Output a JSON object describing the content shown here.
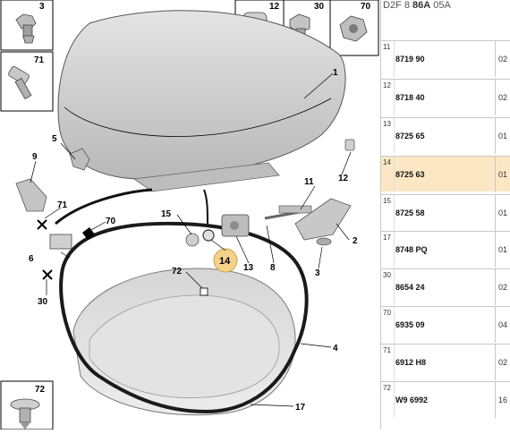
{
  "header": {
    "prefix": "D2F  8",
    "code": "86A",
    "suffix": "05A"
  },
  "callouts": {
    "c1": "1",
    "c2": "2",
    "c3": "3",
    "c4": "4",
    "c5": "5",
    "c6": "6",
    "c8": "8",
    "c9": "9",
    "c11": "11",
    "c12": "12",
    "c13": "13",
    "c14": "14",
    "c15": "15",
    "c17": "17",
    "c30": "30",
    "c70": "70",
    "c71": "71",
    "c72": "72"
  },
  "boxes": {
    "b3": "3",
    "b71": "71",
    "b12": "12",
    "b30": "30",
    "b70": "70",
    "b72": "72"
  },
  "table": {
    "rows": [
      {
        "pos": "11",
        "num": "8719 90",
        "qty": "02"
      },
      {
        "pos": "12",
        "num": "8718 40",
        "qty": "02"
      },
      {
        "pos": "13",
        "num": "8725 65",
        "qty": "01"
      },
      {
        "pos": "14",
        "num": "8725 63",
        "qty": "01"
      },
      {
        "pos": "15",
        "num": "8725 58",
        "qty": "01"
      },
      {
        "pos": "17",
        "num": "8748 PQ",
        "qty": "01"
      },
      {
        "pos": "30",
        "num": "8654 24",
        "qty": "02"
      },
      {
        "pos": "70",
        "num": "6935 09",
        "qty": "04"
      },
      {
        "pos": "71",
        "num": "6912 H8",
        "qty": "02"
      },
      {
        "pos": "72",
        "num": "W9 6992",
        "qty": "16"
      }
    ]
  },
  "colors": {
    "highlight_row": "#fbe7c4",
    "highlight_marker": "#f3d28a",
    "part_gray": "#c9c9c9"
  },
  "highlighted_part": "14"
}
